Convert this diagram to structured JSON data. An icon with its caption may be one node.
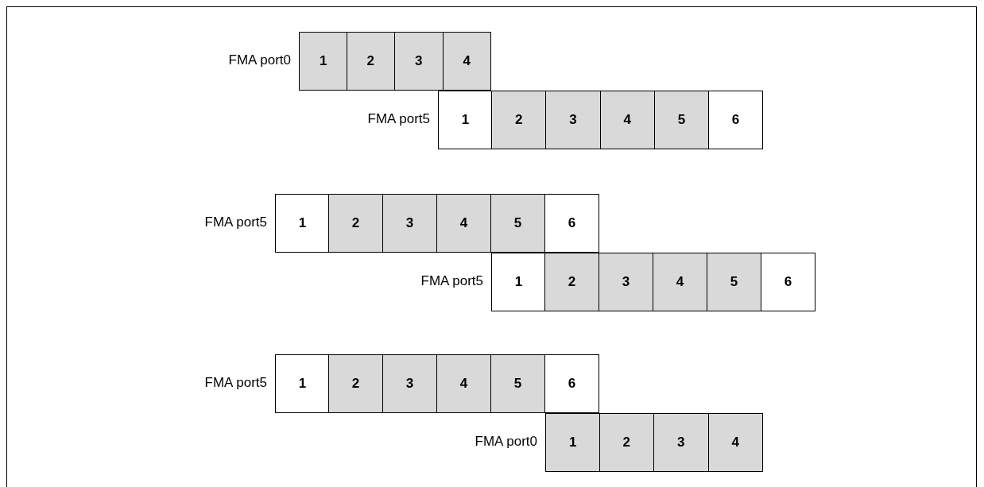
{
  "diagram": {
    "nodes": [
      {
        "text": [
          "1"
        ]
      },
      {
        "text": [
          "2"
        ]
      },
      {
        "text": [
          "3"
        ]
      },
      {
        "text": [
          "4"
        ]
      },
      {
        "text": [
          "1"
        ]
      },
      {
        "text": [
          "2"
        ]
      },
      {
        "text": [
          "3"
        ]
      },
      {
        "text": [
          "4"
        ]
      },
      {
        "text": [
          "5"
        ]
      },
      {
        "text": [
          "6"
        ]
      },
      {
        "text": [
          "1"
        ]
      },
      {
        "text": [
          "2"
        ]
      },
      {
        "text": [
          "3"
        ]
      },
      {
        "text": [
          "4"
        ]
      },
      {
        "text": [
          "5"
        ]
      },
      {
        "text": [
          "6"
        ]
      },
      {
        "text": [
          "1"
        ]
      },
      {
        "text": [
          "2"
        ]
      },
      {
        "text": [
          "3"
        ]
      },
      {
        "text": [
          "4"
        ]
      },
      {
        "text": [
          "5"
        ]
      },
      {
        "text": [
          "6"
        ]
      },
      {
        "text": [
          "1"
        ]
      },
      {
        "text": [
          "2"
        ]
      },
      {
        "text": [
          "3"
        ]
      },
      {
        "text": [
          "4"
        ]
      },
      {
        "text": [
          "5"
        ]
      },
      {
        "text": [
          "6"
        ]
      },
      {
        "text": [
          "1"
        ]
      },
      {
        "text": [
          "2"
        ]
      },
      {
        "text": [
          "3"
        ]
      },
      {
        "text": [
          "4"
        ]
      }
    ],
    "labels": [
      "FMA port0",
      "FMA port5",
      "FMA port5",
      "FMA port5",
      "FMA port5",
      "FMA port0"
    ]
  }
}
